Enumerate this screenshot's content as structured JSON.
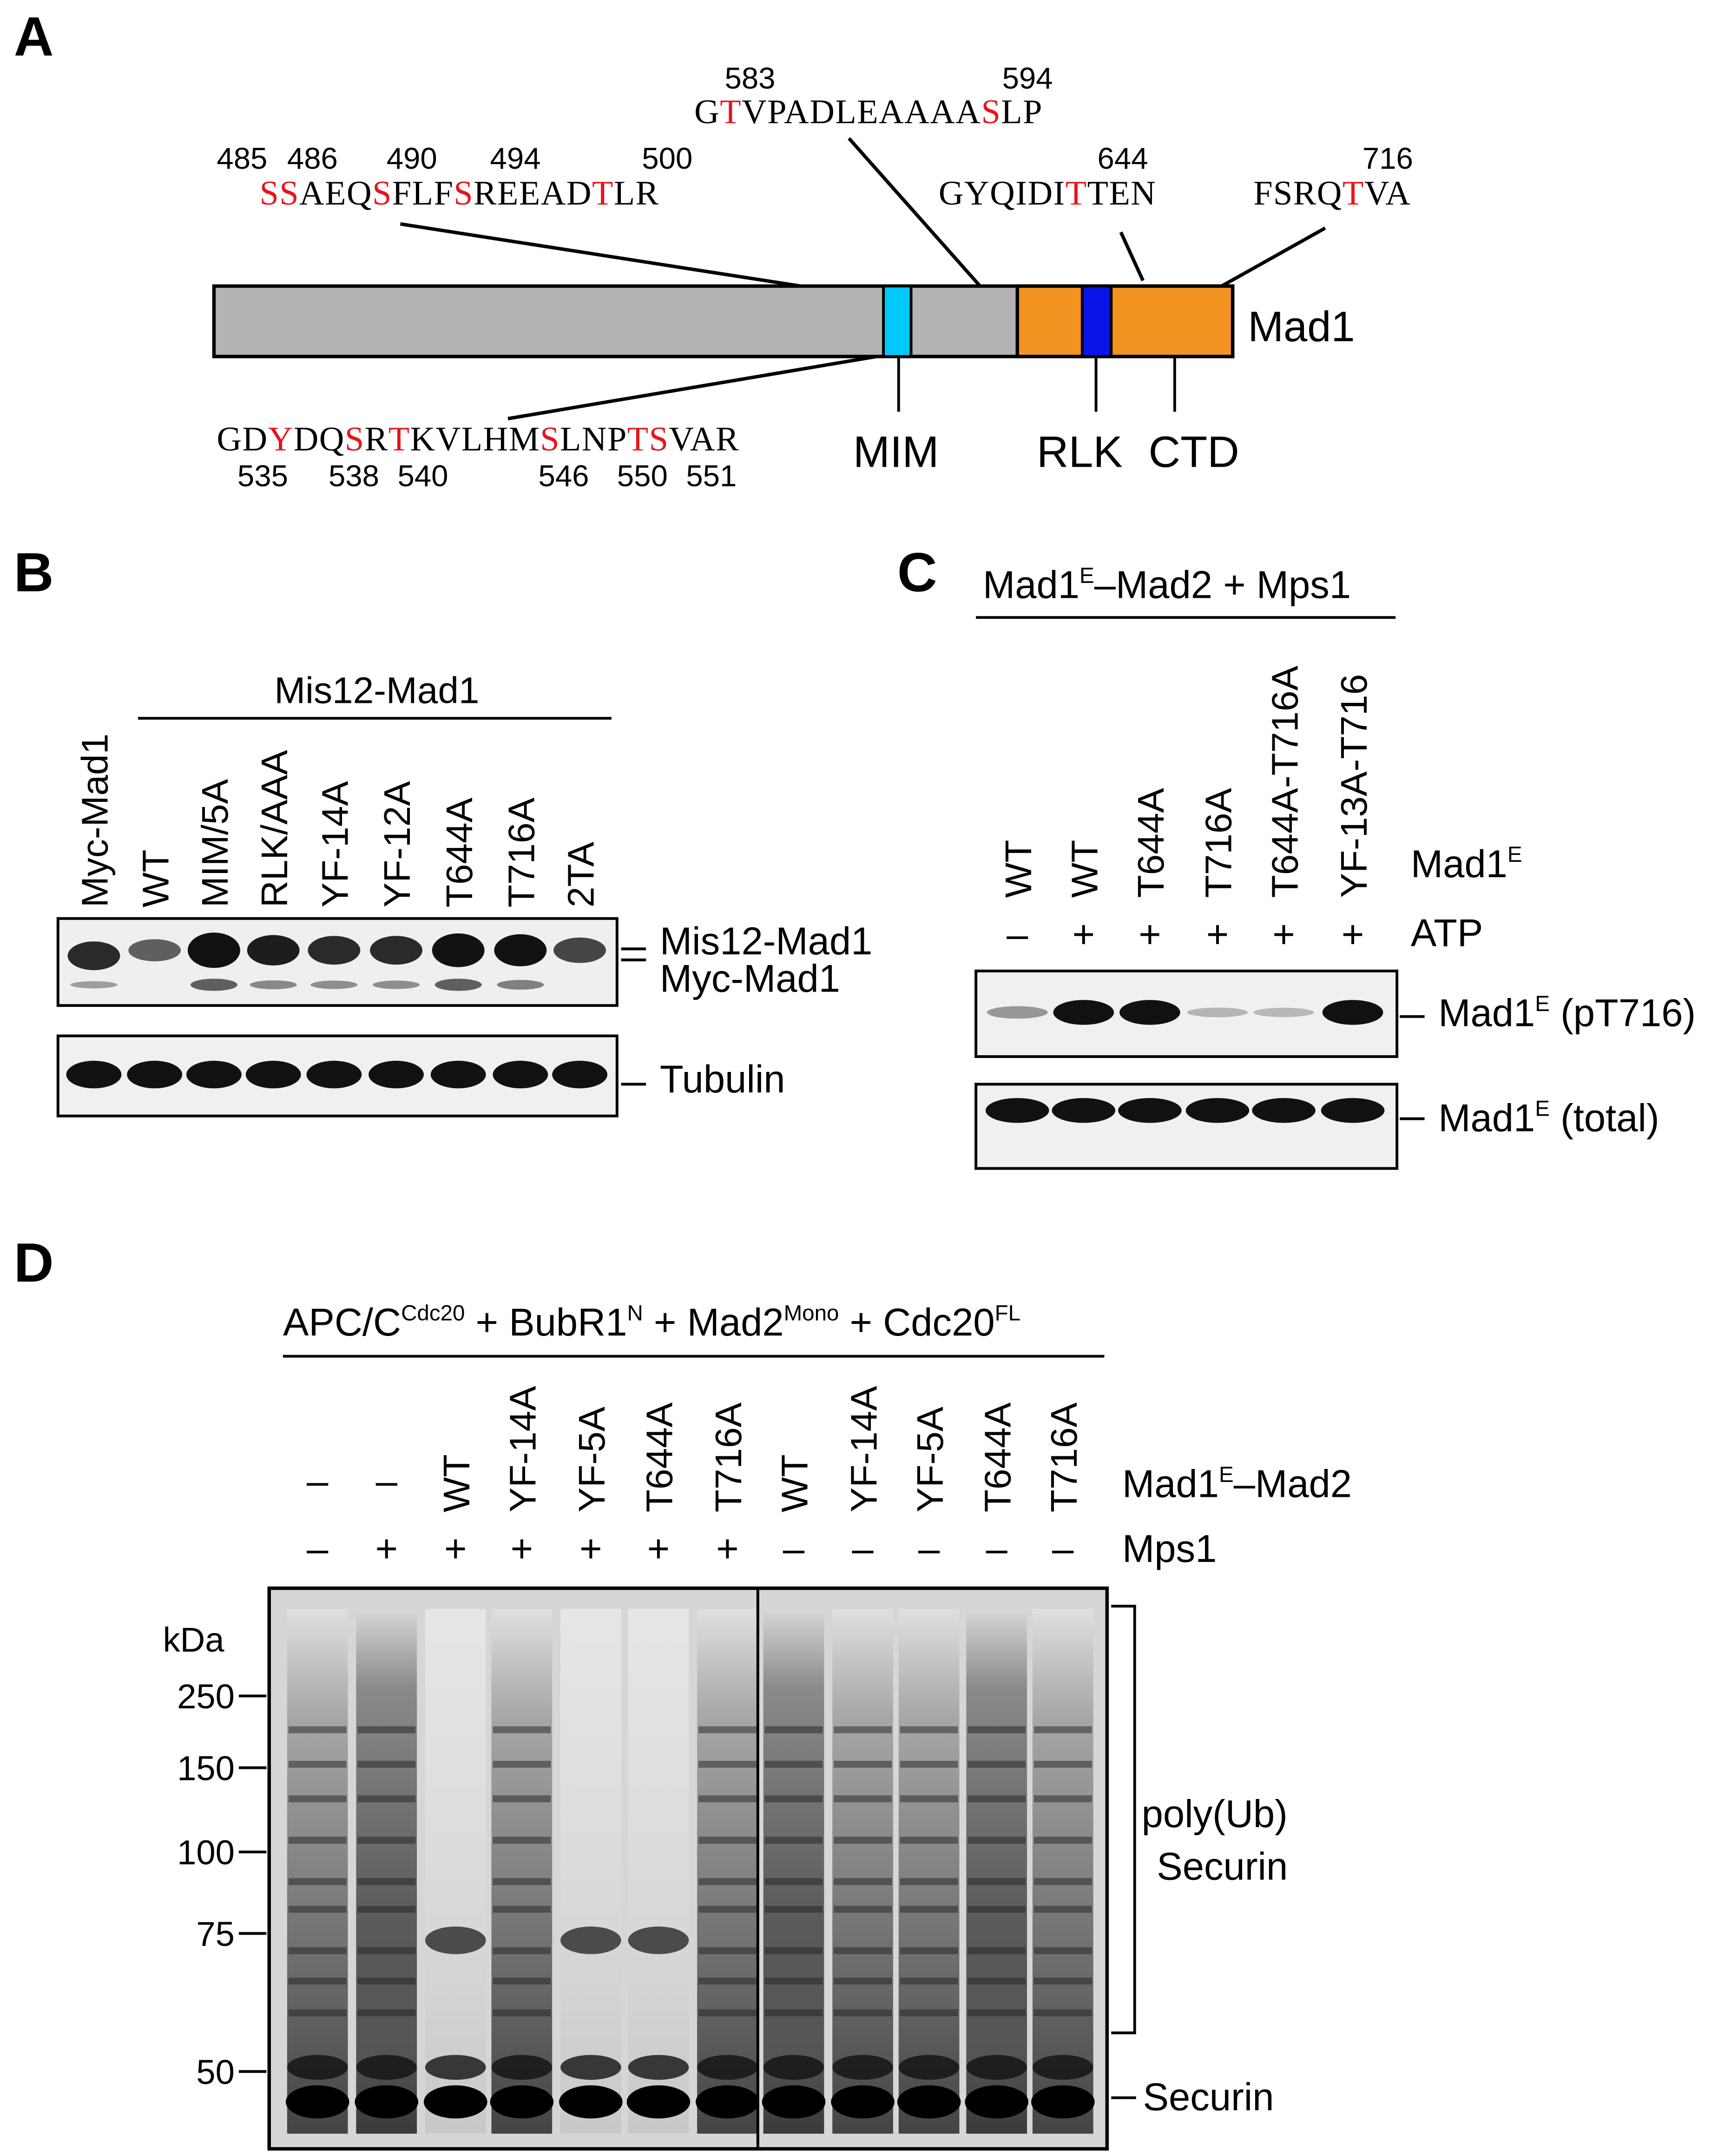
{
  "panelA": {
    "label": "A",
    "protein": "Mad1",
    "domains": {
      "mim": "MIM",
      "rlk": "RLK",
      "ctd": "CTD"
    },
    "colors": {
      "body": "#b3b3b3",
      "mim": "#00c8f8",
      "ctd": "#f39422",
      "rlk": "#0a14e8",
      "site": "#e8141c"
    },
    "seq1": {
      "segments": [
        {
          "t": "SS",
          "r": true
        },
        {
          "t": "AEQ",
          "r": false
        },
        {
          "t": "S",
          "r": true
        },
        {
          "t": "FLF",
          "r": false
        },
        {
          "t": "S",
          "r": true
        },
        {
          "t": "REEAD",
          "r": false
        },
        {
          "t": "T",
          "r": true
        },
        {
          "t": "LR",
          "r": false
        }
      ],
      "numbers": [
        "485",
        "486",
        "490",
        "494",
        "500"
      ]
    },
    "seq2": {
      "segments": [
        {
          "t": "G",
          "r": false
        },
        {
          "t": "T",
          "r": true
        },
        {
          "t": "VPADLEAAAA",
          "r": false
        },
        {
          "t": "S",
          "r": true
        },
        {
          "t": "LP",
          "r": false
        }
      ],
      "numbers": [
        "583",
        "594"
      ]
    },
    "seq3": {
      "segments": [
        {
          "t": "GYQIDI",
          "r": false
        },
        {
          "t": "T",
          "r": true
        },
        {
          "t": "TEN",
          "r": false
        }
      ],
      "numbers": [
        "644"
      ]
    },
    "seq4": {
      "segments": [
        {
          "t": "FSRQ",
          "r": false
        },
        {
          "t": "T",
          "r": true
        },
        {
          "t": "VA",
          "r": false
        }
      ],
      "numbers": [
        "716"
      ]
    },
    "seq5": {
      "segments": [
        {
          "t": "GD",
          "r": false
        },
        {
          "t": "Y",
          "r": true
        },
        {
          "t": "DQ",
          "r": false
        },
        {
          "t": "S",
          "r": true
        },
        {
          "t": "R",
          "r": false
        },
        {
          "t": "T",
          "r": true
        },
        {
          "t": "KVLHM",
          "r": false
        },
        {
          "t": "S",
          "r": true
        },
        {
          "t": "LNP",
          "r": false
        },
        {
          "t": "TS",
          "r": true
        },
        {
          "t": "VAR",
          "r": false
        }
      ],
      "numbers": [
        "535",
        "538",
        "540",
        "546",
        "550",
        "551"
      ]
    }
  },
  "panelB": {
    "label": "B",
    "group_label": "Mis12-Mad1",
    "lanes": [
      "Myc-Mad1",
      "WT",
      "MIM/5A",
      "RLK/AAA",
      "YF-14A",
      "YF-12A",
      "T644A",
      "T716A",
      "2TA"
    ],
    "bands": {
      "top": "Mis12-Mad1",
      "bottom": "Myc-Mad1",
      "loading": "Tubulin"
    }
  },
  "panelC": {
    "label": "C",
    "title": "Mad1",
    "title_sup": "E",
    "title_rest": "–Mad2 + Mps1",
    "lanes": [
      "WT",
      "WT",
      "T644A",
      "T716A",
      "T644A-T716A",
      "YF-13A-T716"
    ],
    "atp": [
      "–",
      "+",
      "+",
      "+",
      "+",
      "+"
    ],
    "row_labels": {
      "mad1": "Mad1",
      "mad1_sup": "E",
      "atp": "ATP"
    },
    "blots": [
      {
        "name": "Mad1",
        "sup": "E",
        "rest": " (pT716)"
      },
      {
        "name": "Mad1",
        "sup": "E",
        "rest": " (total)"
      }
    ]
  },
  "panelD": {
    "label": "D",
    "title_parts": [
      {
        "t": "APC/C",
        "s": false
      },
      {
        "t": "Cdc20",
        "s": true
      },
      {
        "t": " + BubR1",
        "s": false
      },
      {
        "t": "N",
        "s": true
      },
      {
        "t": " + Mad2",
        "s": false
      },
      {
        "t": "Mono",
        "s": true
      },
      {
        "t": " + Cdc20",
        "s": false
      },
      {
        "t": "FL",
        "s": true
      }
    ],
    "mad1_row": [
      "–",
      "–",
      "WT",
      "YF-14A",
      "YF-5A",
      "T644A",
      "T716A",
      "WT",
      "YF-14A",
      "YF-5A",
      "T644A",
      "T716A"
    ],
    "mps1_row": [
      "–",
      "+",
      "+",
      "+",
      "+",
      "+",
      "+",
      "–",
      "–",
      "–",
      "–",
      "–"
    ],
    "row_labels": {
      "mad1": "Mad1",
      "mad1_sup": "E",
      "mad1_rest": "–Mad2",
      "mps1": "Mps1"
    },
    "kda_label": "kDa",
    "markers": [
      "250",
      "150",
      "100",
      "75",
      "50"
    ],
    "annotations": {
      "poly1": "poly(Ub)",
      "poly2": "Securin",
      "securin": "Securin"
    }
  }
}
